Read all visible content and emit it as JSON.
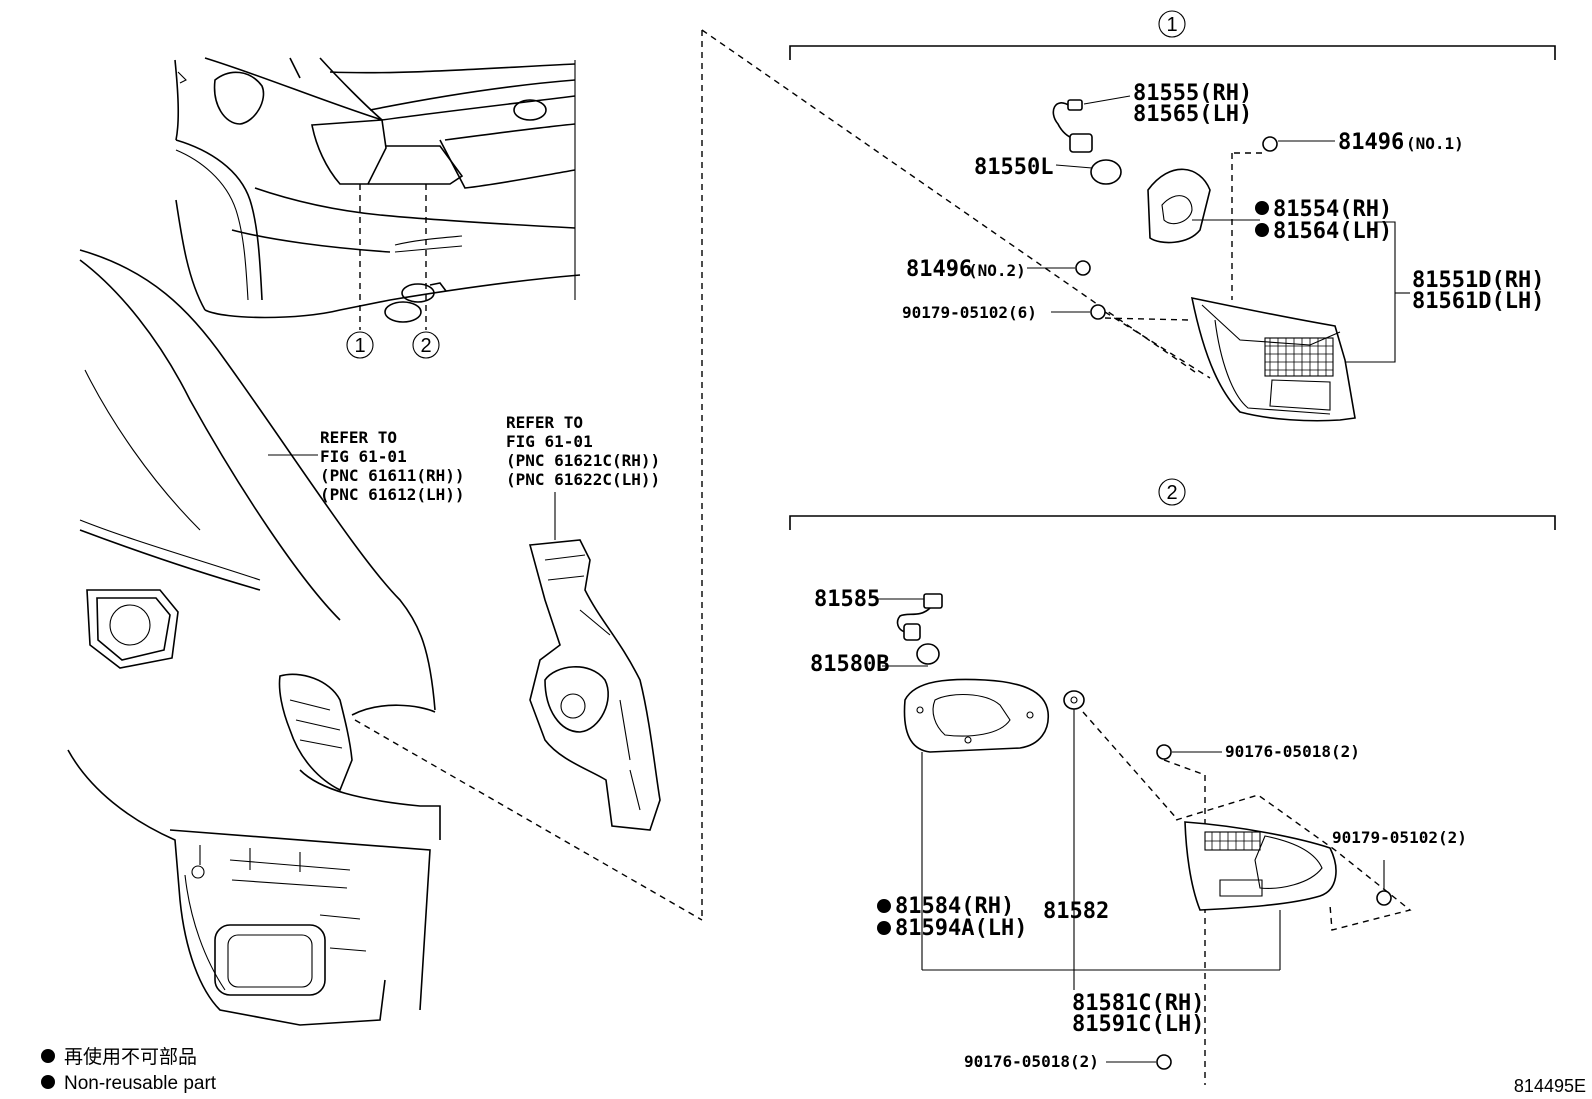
{
  "callouts": {
    "c1": "1",
    "c2": "2"
  },
  "group1": {
    "socket_rh": "81555(RH)",
    "socket_lh": "81565(LH)",
    "bulb": "81550L",
    "clip_no1": "81496",
    "clip_no1_suffix": "(NO.1)",
    "gasket_rh": "81554(RH)",
    "gasket_lh": "81564(LH)",
    "clip_no2": "81496",
    "clip_no2_suffix": "(NO.2)",
    "nut": "90179-05102(6)",
    "lens_rh": "81551D(RH)",
    "lens_lh": "81561D(LH)"
  },
  "group2": {
    "socket": "81585",
    "bulb": "81580B",
    "screw_top": "90176-05018(2)",
    "nut": "90179-05102(2)",
    "gasket_rh": "81584(RH)",
    "gasket_lh": "81594A(LH)",
    "cushion": "81582",
    "lens_rh": "81581C(RH)",
    "lens_lh": "81591C(LH)",
    "screw_bottom": "90176-05018(2)"
  },
  "refer_left": {
    "line1": "REFER TO",
    "line2": "FIG 61-01",
    "line3": "(PNC 61611(RH))",
    "line4": "(PNC 61612(LH))"
  },
  "refer_right": {
    "line1": "REFER TO",
    "line2": "FIG 61-01",
    "line3": "(PNC 61621C(RH))",
    "line4": "(PNC 61622C(LH))"
  },
  "legend": {
    "jp": "再使用不可部品",
    "en": "Non-reusable part"
  },
  "figure_code": "814495E"
}
